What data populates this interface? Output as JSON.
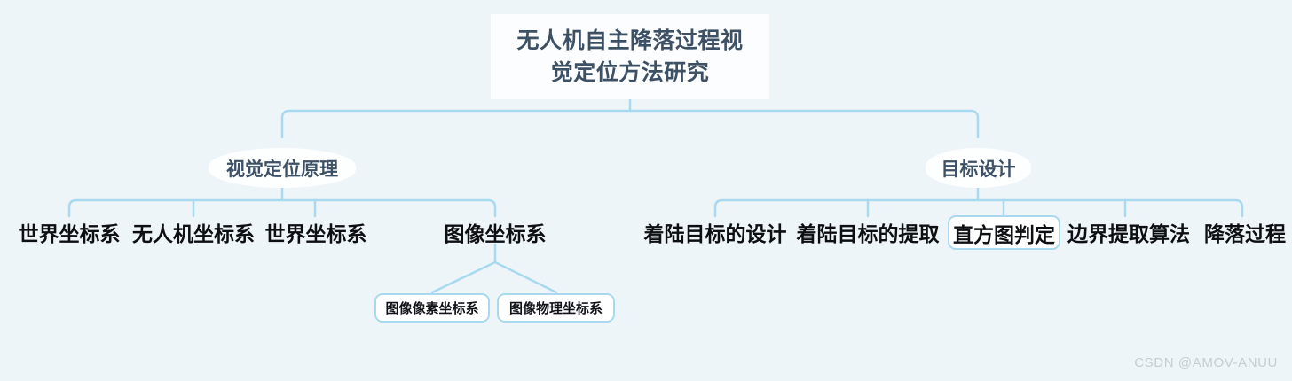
{
  "background_color": "#eef5f9",
  "edge_color": "#a9d9ef",
  "diagram": {
    "type": "mind-map",
    "root": {
      "line1": "无人机自主降落过程视",
      "line2": "觉定位方法研究",
      "text_color": "#3d5166",
      "fill": "#fcfdfe"
    },
    "branches": [
      {
        "label": "视觉定位原理",
        "style": "pill",
        "children": [
          {
            "label": "世界坐标系",
            "style": "plain"
          },
          {
            "label": "无人机坐标系",
            "style": "plain"
          },
          {
            "label": "世界坐标系",
            "style": "plain"
          },
          {
            "label": "图像坐标系",
            "style": "plain",
            "children": [
              {
                "label": "图像像素坐标系",
                "style": "boxed-small"
              },
              {
                "label": "图像物理坐标系",
                "style": "boxed-small"
              }
            ]
          }
        ]
      },
      {
        "label": "目标设计",
        "style": "pill",
        "children": [
          {
            "label": "着陆目标的设计",
            "style": "plain"
          },
          {
            "label": "着陆目标的提取",
            "style": "plain"
          },
          {
            "label": "直方图判定",
            "style": "boxed",
            "highlighted": true
          },
          {
            "label": "边界提取算法",
            "style": "plain"
          },
          {
            "label": "降落过程",
            "style": "plain"
          }
        ]
      }
    ]
  },
  "watermark": "CSDN @AMOV-ANUU"
}
